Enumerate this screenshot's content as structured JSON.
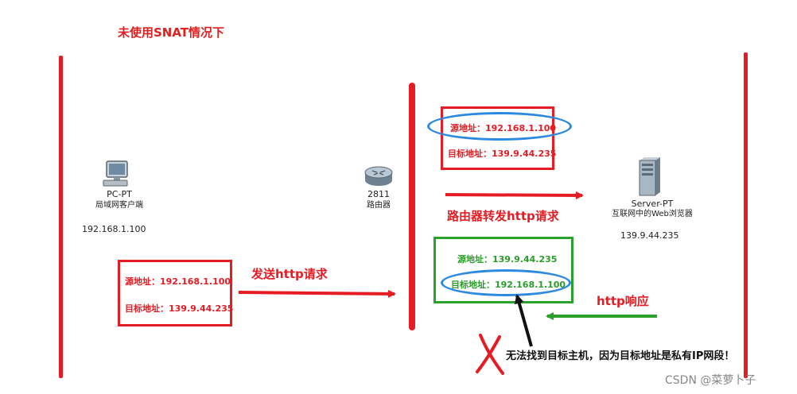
{
  "title": "未使用SNAT情况下",
  "pc": {
    "name": "PC-PT",
    "desc": "局域网客户端",
    "ip": "192.168.1.100"
  },
  "router": {
    "model": "2811",
    "desc": "路由器"
  },
  "server": {
    "name": "Server-PT",
    "desc": "互联网中的Web浏览器",
    "ip": "139.9.44.235"
  },
  "box1": {
    "src_label": "源地址：",
    "src": "192.168.1.100",
    "dst_label": "目标地址：",
    "dst": "139.9.44.235"
  },
  "box2": {
    "src_label": "源地址：",
    "src": "192.168.1.100",
    "dst_label": "目标地址：",
    "dst": "139.9.44.235"
  },
  "box3": {
    "src_label": "源地址：",
    "src": "139.9.44.235",
    "dst_label": "目标地址：",
    "dst": "192.168.1.100"
  },
  "actions": {
    "send": "发送http请求",
    "forward": "路由器转发http请求",
    "response": "http响应"
  },
  "note": "无法找到目标主机，因为目标地址是私有IP网段！",
  "watermark": "CSDN @菜萝卜子",
  "colors": {
    "red": "#e51c23",
    "green": "#2ca02c",
    "blue": "#2b8ae0"
  },
  "icons": [
    "pc-icon",
    "router-icon",
    "server-icon",
    "cross-icon"
  ]
}
